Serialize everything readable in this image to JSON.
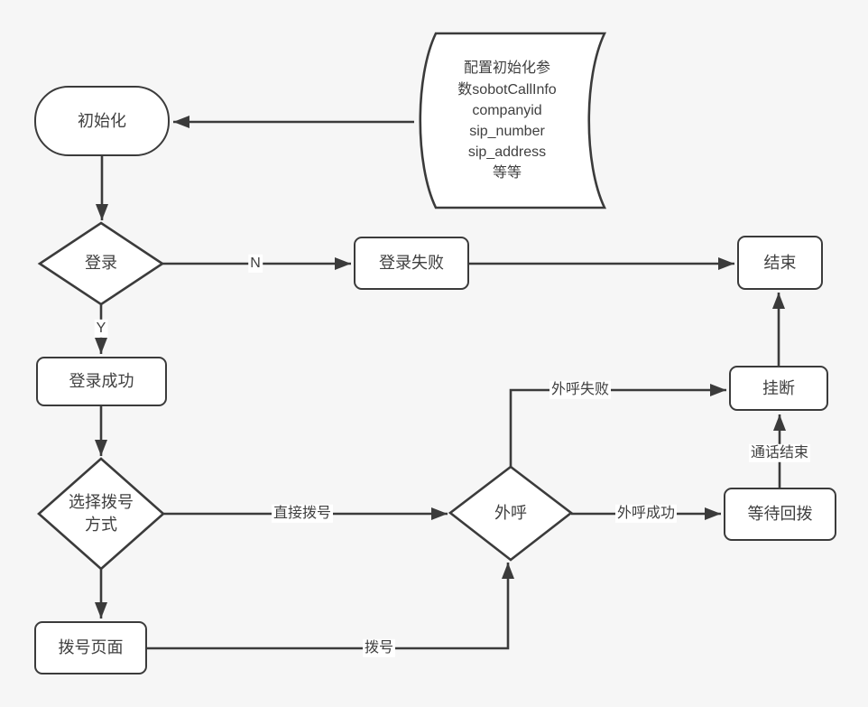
{
  "style": {
    "background": "#f6f6f6",
    "stroke": "#3b3b3b",
    "node_fill": "#ffffff",
    "text_color": "#404040"
  },
  "nodes": {
    "init": {
      "label": "初始化",
      "type": "terminator"
    },
    "config_params": {
      "label": "配置初始化参\n数sobotCallInfo\ncompanyid\nsip_number\nsip_address\n等等",
      "type": "document"
    },
    "login": {
      "label": "登录",
      "type": "decision"
    },
    "login_fail": {
      "label": "登录失败",
      "type": "process"
    },
    "end": {
      "label": "结束",
      "type": "process"
    },
    "login_success": {
      "label": "登录成功",
      "type": "process"
    },
    "choose_dial_mode": {
      "label": "选择拨号\n方式",
      "type": "decision"
    },
    "dial_page": {
      "label": "拨号页面",
      "type": "process"
    },
    "outbound_call": {
      "label": "外呼",
      "type": "decision"
    },
    "hangup": {
      "label": "挂断",
      "type": "process"
    },
    "wait_callback": {
      "label": "等待回拨",
      "type": "process"
    }
  },
  "edge_labels": {
    "no": "N",
    "yes": "Y",
    "direct_dial": "直接拨号",
    "dial": "拨号",
    "outbound_fail": "外呼失败",
    "outbound_success": "外呼成功",
    "call_ended": "通话结束"
  }
}
